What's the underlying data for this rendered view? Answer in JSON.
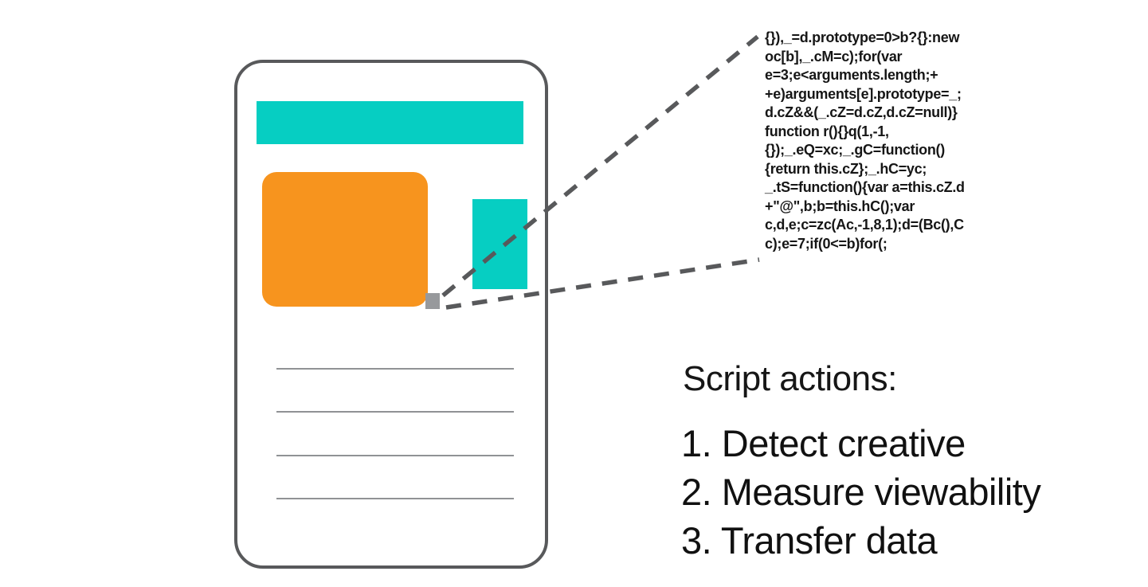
{
  "diagram": {
    "description": "Mobile page wireframe with ad blocks; script marker calls out to obfuscated JavaScript code",
    "colors": {
      "teal": "#06cec2",
      "orange": "#f7941e",
      "phone_border": "#58595b",
      "connector": "#58595b",
      "marker_gray": "#97999c",
      "content_line_gray": "#909295",
      "text": "#161616"
    },
    "wireframe": {
      "blocks": [
        {
          "name": "top-banner",
          "color": "#06cec2"
        },
        {
          "name": "main-creative",
          "color": "#f7941e"
        },
        {
          "name": "side-banner",
          "color": "#06cec2"
        },
        {
          "name": "script-marker",
          "color": "#97999c"
        }
      ],
      "content_line_count": 4
    },
    "code_snippet": {
      "text": "{}),_=d.prototype=0>b?{}:new\noc[b],_.cM=c);for(var\ne=3;e<arguments.length;+\n+e)arguments[e].prototype=_;\nd.cZ&&(_.cZ=d.cZ,d.cZ=null)}\nfunction r(){}q(1,-1,\n{});_.eQ=xc;_.gC=function()\n{return this.cZ};_.hC=yc;\n_.tS=function(){var a=this.cZ.d\n+\"@\",b;b=this.hC();var\nc,d,e;c=zc(Ac,-1,8,1);d=(Bc(),C\nc);e=7;if(0<=b)for(;"
    },
    "actions": {
      "heading": "Script actions:",
      "items": [
        "1. Detect creative",
        "2. Measure viewability",
        "3. Transfer data"
      ]
    }
  }
}
